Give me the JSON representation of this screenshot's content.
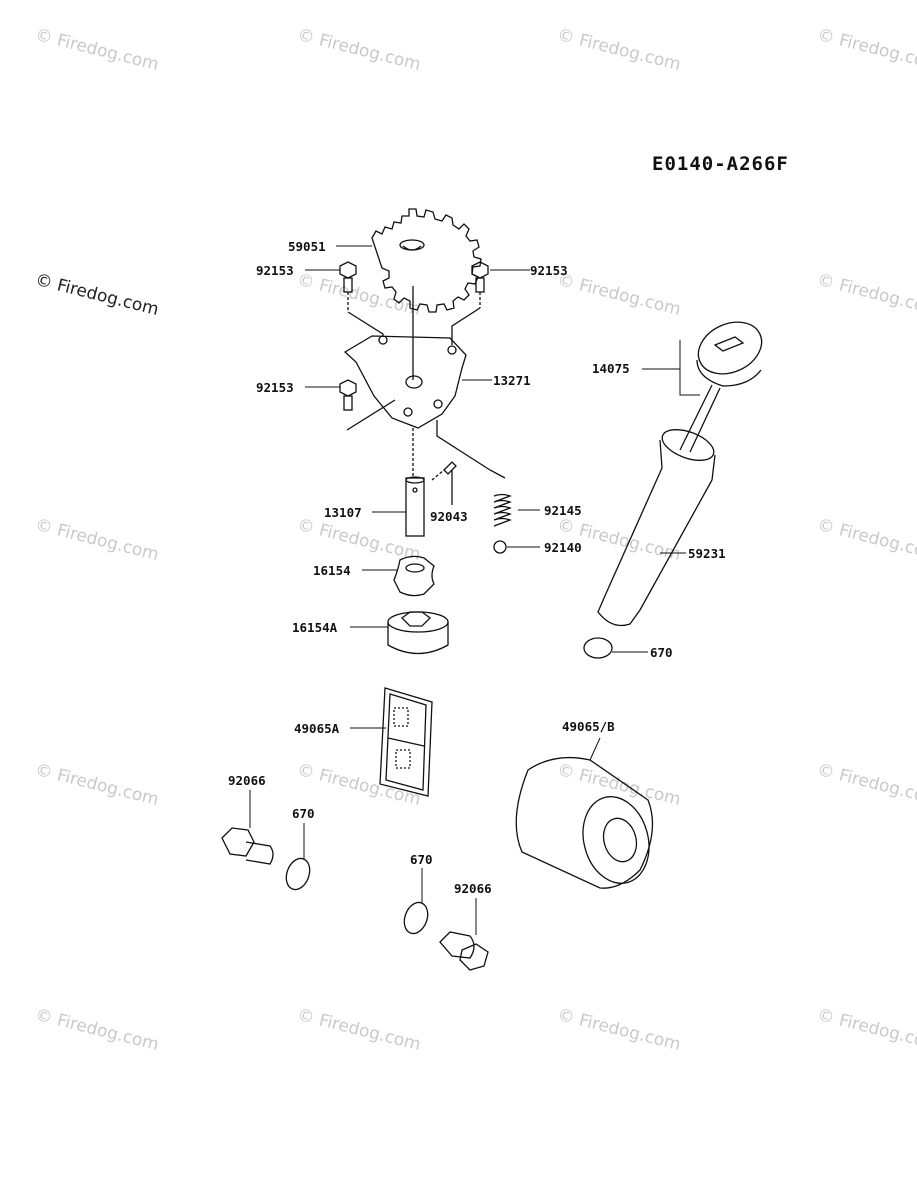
{
  "diagram_code": "E0140-A266F",
  "watermark": "© Firedog.com",
  "parts": {
    "p59051": "59051",
    "p92153a": "92153",
    "p92153b": "92153",
    "p92153c": "92153",
    "p14075": "14075",
    "p13271": "13271",
    "p13107": "13107",
    "p92043": "92043",
    "p92145": "92145",
    "p92140": "92140",
    "p59231": "59231",
    "p16154": "16154",
    "p16154A": "16154A",
    "p670a": "670",
    "p49065A": "49065A",
    "p49065B": "49065/B",
    "p92066a": "92066",
    "p670b": "670",
    "p670c": "670",
    "p92066b": "92066"
  }
}
